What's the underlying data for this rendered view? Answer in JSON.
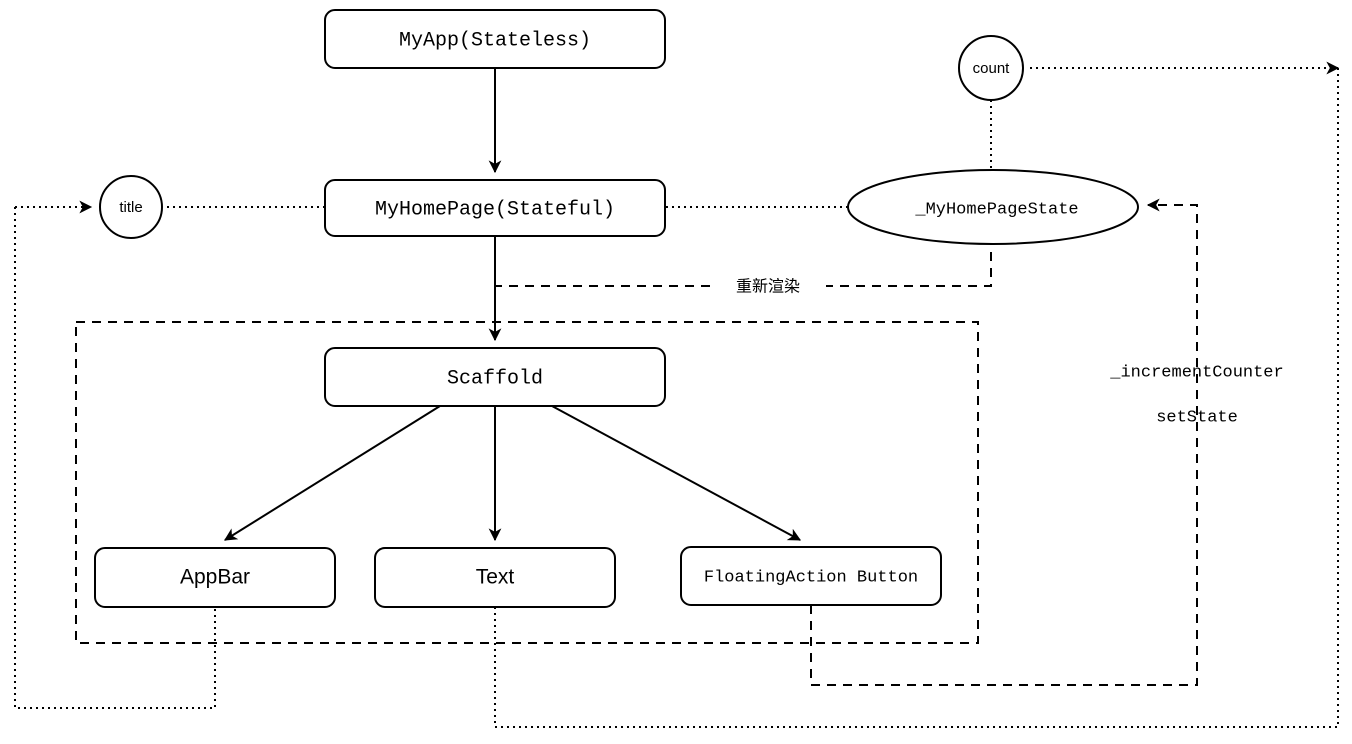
{
  "diagram": {
    "title": "Flutter widget tree and state flow diagram",
    "colors": {
      "stroke": "#000000",
      "background": "#ffffff",
      "text": "#000000"
    },
    "nodes": {
      "my_app": {
        "label": "MyApp(Stateless)",
        "shape": "rounded-rect"
      },
      "my_home_page": {
        "label": "MyHomePage(Stateful)",
        "shape": "rounded-rect"
      },
      "scaffold": {
        "label": "Scaffold",
        "shape": "rounded-rect"
      },
      "app_bar": {
        "label": "AppBar",
        "shape": "rounded-rect"
      },
      "text": {
        "label": "Text",
        "shape": "rounded-rect"
      },
      "floating_action_button": {
        "label": "FloatingAction Button",
        "shape": "rounded-rect"
      },
      "state": {
        "label": "_MyHomePageState",
        "shape": "ellipse"
      },
      "count": {
        "label": "count",
        "shape": "circle"
      },
      "title": {
        "label": "title",
        "shape": "circle"
      }
    },
    "edge_labels": {
      "rerender": "重新渲染",
      "increment_counter": "_incrementCounter",
      "set_state": "setState"
    }
  }
}
